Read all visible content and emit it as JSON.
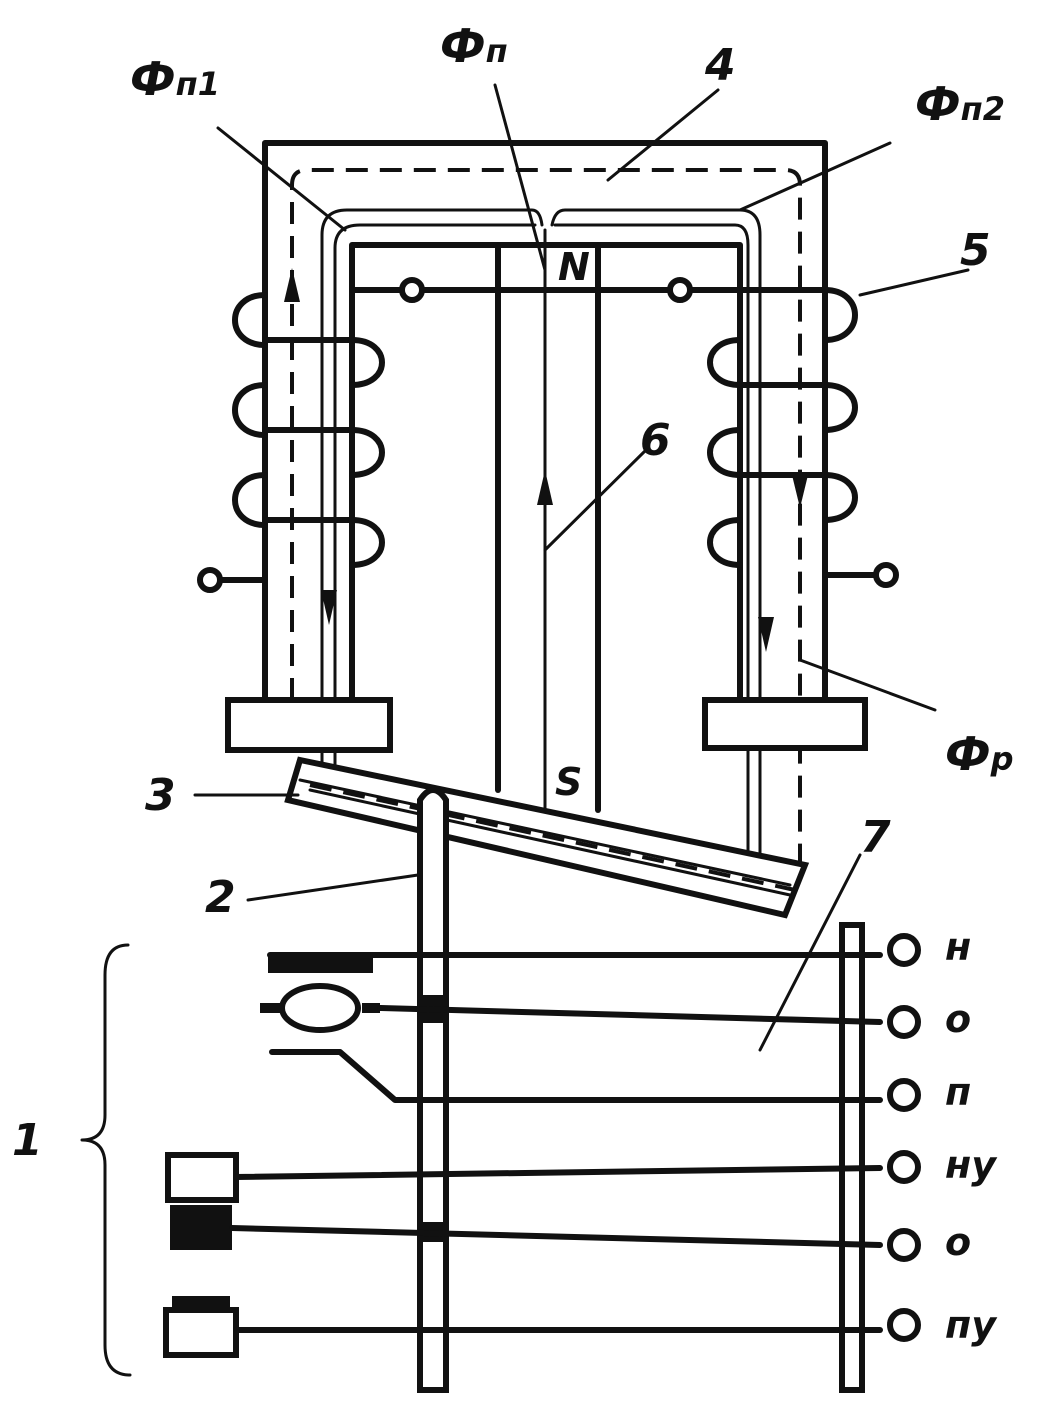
{
  "labels": {
    "flux_p1": {
      "main": "Ф",
      "sub": "п1"
    },
    "flux_p": {
      "main": "Ф",
      "sub": "п"
    },
    "flux_p2": {
      "main": "Ф",
      "sub": "п2"
    },
    "flux_r": {
      "main": "Ф",
      "sub": "р"
    },
    "num_1": "1",
    "num_2": "2",
    "num_3": "3",
    "num_4": "4",
    "num_5": "5",
    "num_6": "6",
    "num_7": "7",
    "pole_n": "N",
    "pole_s": "S"
  },
  "terminals": [
    "н",
    "о",
    "п",
    "ну",
    "о",
    "пу"
  ]
}
